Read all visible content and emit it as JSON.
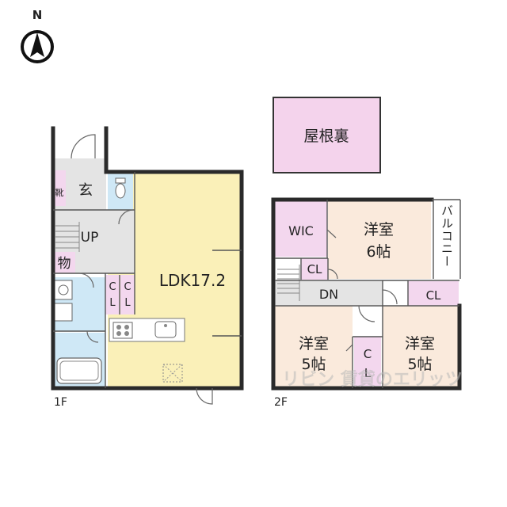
{
  "compass": {
    "north_label": "N",
    "icon": "north-arrow-icon"
  },
  "floor1": {
    "floor_label": "1F",
    "rooms": {
      "genkan": "玄",
      "shoe": "靴",
      "up": "UP",
      "storage": "物",
      "cl_top": "C",
      "cl_bottom": "L",
      "cl2_top": "C",
      "cl2_bottom": "L",
      "ldk": "LDK17.2"
    }
  },
  "floor2": {
    "floor_label": "2F",
    "attic": "屋根裏",
    "wic": "WIC",
    "balcony": "バルコニー",
    "cl_small": "CL",
    "dn": "DN",
    "cl_right": "CL",
    "room_top_name": "洋室",
    "room_top_size": "6帖",
    "room_left_name": "洋室",
    "room_left_size": "5帖",
    "room_right_name": "洋室",
    "room_right_size": "5帖",
    "closet_c": "C",
    "closet_l": "L"
  },
  "watermark": "リビン 賃貸のエリッツ",
  "colors": {
    "ldk": "#faf0b8",
    "bedroom": "#faeadc",
    "closet": "#f3d7ee",
    "attic": "#f4d3ec",
    "wet": "#cfe8f6",
    "hall": "#e4e4e4",
    "wall": "#2a2a2a",
    "background": "#ffffff"
  }
}
